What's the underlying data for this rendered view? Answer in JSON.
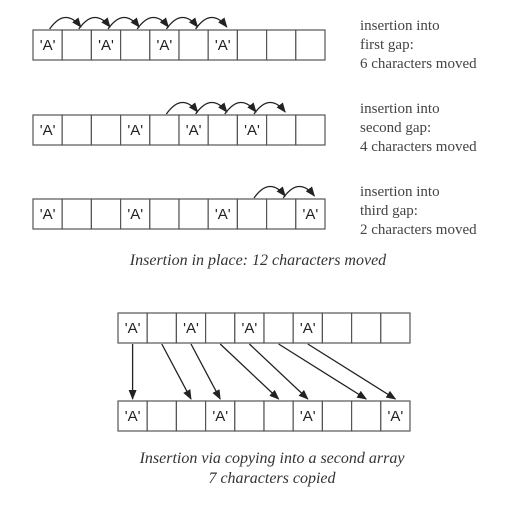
{
  "colors": {
    "stroke": "#555555",
    "arrow": "#222222",
    "text": "#444444"
  },
  "rows_in_place": [
    {
      "cells": [
        "'A'",
        "",
        "'A'",
        "",
        "'A'",
        "",
        "'A'",
        "",
        "",
        ""
      ],
      "moves": [
        [
          0,
          1
        ],
        [
          1,
          2
        ],
        [
          2,
          3
        ],
        [
          3,
          4
        ],
        [
          4,
          5
        ],
        [
          5,
          6
        ]
      ],
      "note": [
        "insertion into",
        "first gap:",
        "6 characters moved"
      ]
    },
    {
      "cells": [
        "'A'",
        "",
        "",
        "'A'",
        "",
        "'A'",
        "",
        "'A'",
        "",
        ""
      ],
      "moves": [
        [
          4,
          5
        ],
        [
          5,
          6
        ],
        [
          6,
          7
        ],
        [
          7,
          8
        ]
      ],
      "note": [
        "insertion into",
        "second gap:",
        "4 characters moved"
      ]
    },
    {
      "cells": [
        "'A'",
        "",
        "",
        "'A'",
        "",
        "",
        "'A'",
        "",
        "",
        "'A'"
      ],
      "moves": [
        [
          7,
          8
        ],
        [
          8,
          9
        ]
      ],
      "note": [
        "insertion into",
        "third gap:",
        "2 characters moved"
      ]
    }
  ],
  "caption_in_place": "Insertion in place: 12 characters moved",
  "copy_source": {
    "cells": [
      "'A'",
      "",
      "'A'",
      "",
      "'A'",
      "",
      "'A'",
      "",
      "",
      ""
    ]
  },
  "copy_target": {
    "cells": [
      "'A'",
      "",
      "",
      "'A'",
      "",
      "",
      "'A'",
      "",
      "",
      "'A'"
    ]
  },
  "copy_moves": [
    [
      0,
      0
    ],
    [
      1,
      2
    ],
    [
      2,
      3
    ],
    [
      3,
      5
    ],
    [
      4,
      6
    ],
    [
      5,
      8
    ],
    [
      6,
      9
    ]
  ],
  "caption_copy": [
    "Insertion via copying into a second array",
    "7 characters copied"
  ]
}
